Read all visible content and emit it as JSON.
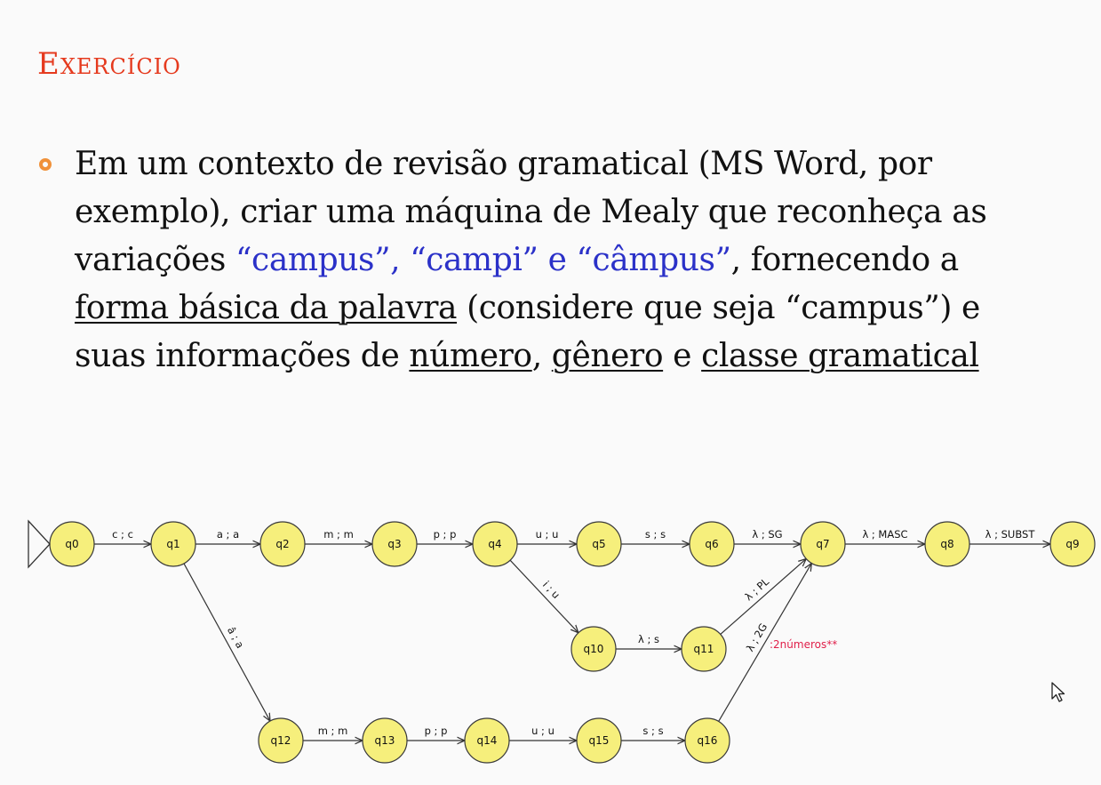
{
  "slide": {
    "title": "Exercício",
    "bullet": {
      "p1": "Em um contexto de revisão gramatical (MS Word, por exemplo), criar uma máquina de Mealy que reconheça as variações ",
      "quoted_words": "“campus”, “campi” e “câmpus”",
      "p2": ", fornecendo a ",
      "u1": "forma básica da palavra",
      "p3": " (considere que seja “campus”) e suas informações de ",
      "u2": "número",
      "p4": ", ",
      "u3": "gênero",
      "p5": " e ",
      "u4": "classe gramatical"
    },
    "note": ":2números**"
  },
  "colors": {
    "title": "#e53a1e",
    "quoted": "#2b31c8",
    "bullet": "#f0913a",
    "state_fill": "#f6ef7c",
    "note": "#e0204a"
  },
  "icons": [
    "start-state-triangle-icon",
    "mouse-cursor-icon"
  ],
  "diagram": {
    "initial_state": "q0",
    "states": [
      "q0",
      "q1",
      "q2",
      "q3",
      "q4",
      "q5",
      "q6",
      "q7",
      "q8",
      "q9",
      "q10",
      "q11",
      "q12",
      "q13",
      "q14",
      "q15",
      "q16"
    ],
    "transitions": [
      {
        "from": "q0",
        "to": "q1",
        "label": "c ; c"
      },
      {
        "from": "q1",
        "to": "q2",
        "label": "a ; a"
      },
      {
        "from": "q2",
        "to": "q3",
        "label": "m ; m"
      },
      {
        "from": "q3",
        "to": "q4",
        "label": "p ; p"
      },
      {
        "from": "q4",
        "to": "q5",
        "label": "u ; u"
      },
      {
        "from": "q5",
        "to": "q6",
        "label": "s ; s"
      },
      {
        "from": "q6",
        "to": "q7",
        "label": "λ ; SG"
      },
      {
        "from": "q7",
        "to": "q8",
        "label": "λ ; MASC"
      },
      {
        "from": "q8",
        "to": "q9",
        "label": "λ ; SUBST"
      },
      {
        "from": "q4",
        "to": "q10",
        "label": "i ; u"
      },
      {
        "from": "q10",
        "to": "q11",
        "label": "λ ; s"
      },
      {
        "from": "q11",
        "to": "q7",
        "label": "λ ; PL"
      },
      {
        "from": "q1",
        "to": "q12",
        "label": "â ; a"
      },
      {
        "from": "q12",
        "to": "q13",
        "label": "m ; m"
      },
      {
        "from": "q13",
        "to": "q14",
        "label": "p ; p"
      },
      {
        "from": "q14",
        "to": "q15",
        "label": "u ; u"
      },
      {
        "from": "q15",
        "to": "q16",
        "label": "s ; s"
      },
      {
        "from": "q16",
        "to": "q7",
        "label": "λ ; 2G"
      }
    ]
  }
}
